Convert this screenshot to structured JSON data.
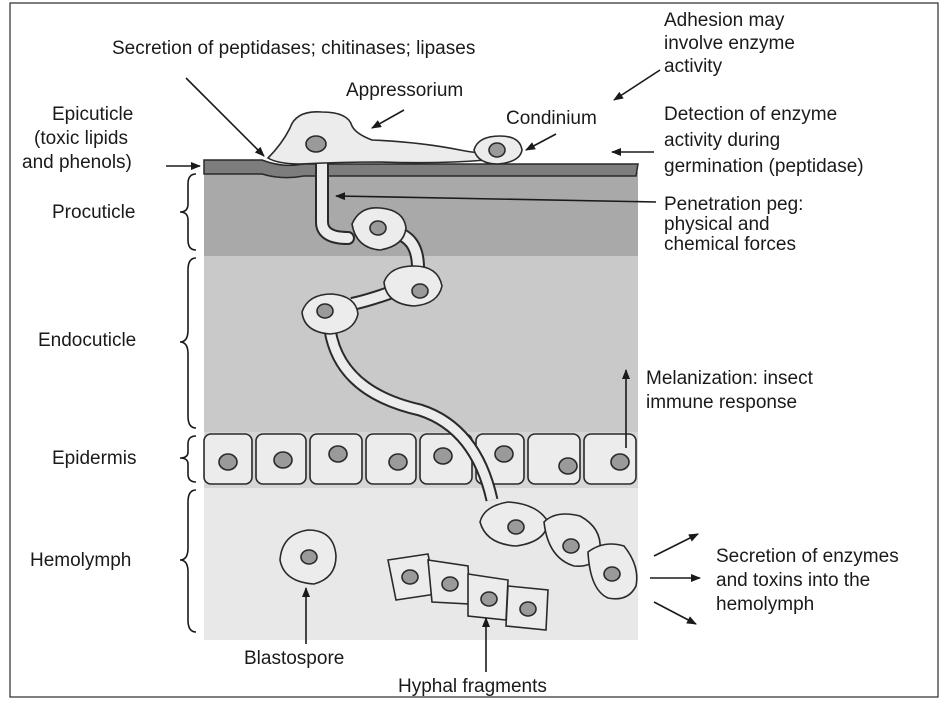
{
  "labels": {
    "secretion_top": "Secretion of peptidases; chitinases; lipases",
    "appressorium": "Appressorium",
    "condinium": "Condinium",
    "adhesion": [
      "Adhesion may",
      "involve enzyme",
      "activity"
    ],
    "detection": [
      "Detection of enzyme",
      "activity during",
      "germination (peptidase)"
    ],
    "epicuticle": [
      "Epicuticle",
      "(toxic lipids",
      "and phenols)"
    ],
    "procuticle": "Procuticle",
    "penetration": [
      "Penetration peg:",
      "physical and",
      "chemical forces"
    ],
    "endocuticle": "Endocuticle",
    "melanization": [
      "Melanization: insect",
      "immune response"
    ],
    "epidermis": "Epidermis",
    "hemolymph": "Hemolymph",
    "secretion_hemolymph": [
      "Secretion of enzymes",
      "and toxins into the",
      "hemolymph"
    ],
    "blastospore": "Blastospore",
    "hyphal_fragments": "Hyphal fragments"
  },
  "colors": {
    "epicuticle": "#7d7d7d",
    "procuticle": "#a9a9a9",
    "endocuticle": "#c9c9c9",
    "epidermis": "#d6d6d6",
    "hemolymph": "#e8e8e8",
    "cell_fill": "#ececec",
    "nucleus_fill": "#9a9a9a"
  }
}
